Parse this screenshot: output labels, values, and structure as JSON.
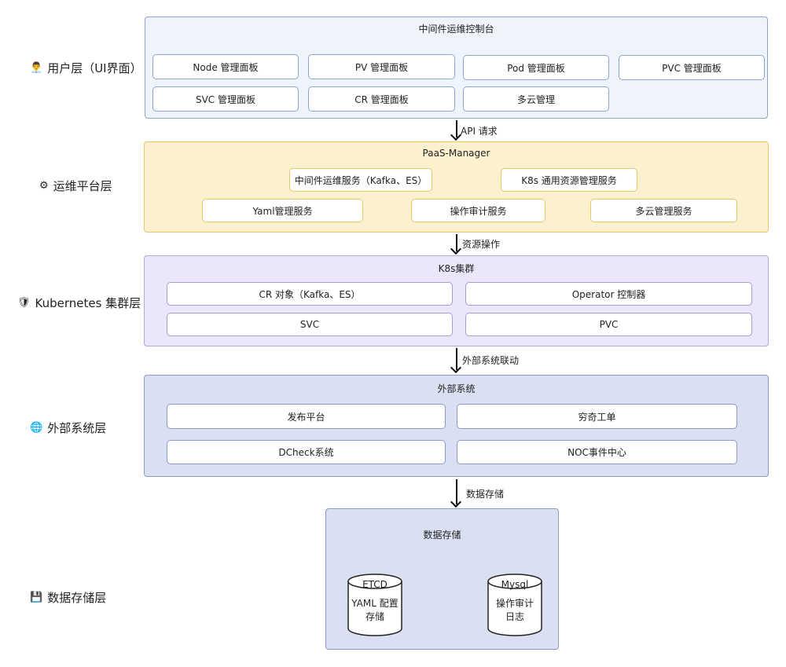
{
  "layers": {
    "user": "用户层（UI界面）",
    "ops": "运维平台层",
    "k8s": "Kubernetes 集群层",
    "ext": "外部系统层",
    "store": "数据存储层"
  },
  "layer_icons": {
    "user": "👨‍💼",
    "ops": "⚙",
    "k8s": "🛡",
    "ext": "🌐",
    "store": "💾"
  },
  "user_panel": {
    "title": "中间件运维控制台",
    "boxes": [
      "Node 管理面板",
      "PV 管理面板",
      "Pod 管理面板",
      "PVC 管理面板",
      "SVC 管理面板",
      "CR 管理面板",
      "多云管理"
    ]
  },
  "ops_panel": {
    "title": "PaaS-Manager",
    "boxes": [
      "中间件运维服务（Kafka、ES）",
      "K8s 通用资源管理服务",
      "Yaml管理服务",
      "操作审计服务",
      "多云管理服务"
    ]
  },
  "k8s_panel": {
    "title": "K8s集群",
    "boxes": [
      "CR 对象（Kafka、ES）",
      "Operator 控制器",
      "SVC",
      "PVC"
    ]
  },
  "ext_panel": {
    "title": "外部系统",
    "boxes": [
      "发布平台",
      "穷奇工单",
      "DCheck系统",
      "NOC事件中心"
    ]
  },
  "store_panel": {
    "title": "数据存储",
    "etcd": {
      "name": "ETCD",
      "desc1": "YAML 配置",
      "desc2": "存储"
    },
    "mysql": {
      "name": "Mysql",
      "desc1": "操作审计",
      "desc2": "日志"
    }
  },
  "arrows": [
    "API 请求",
    "资源操作",
    "外部系统联动",
    "数据存储"
  ],
  "colors": {
    "user_fill": "#eef3fc",
    "ops_fill": "#fcf1cf",
    "k8s_fill": "#ece6fb",
    "ext_fill": "#dae0f2"
  }
}
